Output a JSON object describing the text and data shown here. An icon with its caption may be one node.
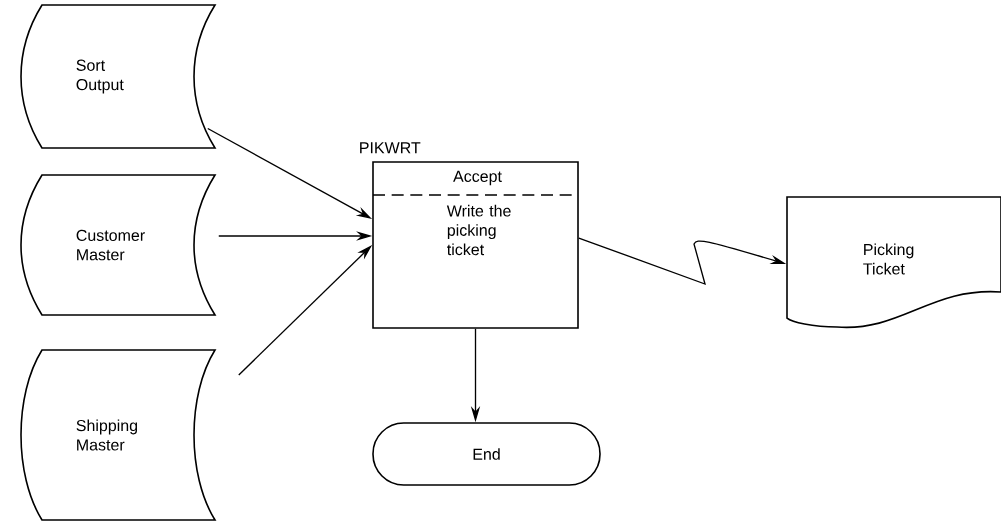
{
  "diagram": {
    "nodes": [
      {
        "text": [
          "Sort Output"
        ]
      },
      {
        "text": [
          "Customer Master"
        ]
      },
      {
        "text": [
          "Shipping Master"
        ]
      },
      {
        "text": [
          "PIKWRT",
          "Accept",
          "Write the picking ticket"
        ]
      },
      {
        "text": [
          "Picking Ticket"
        ]
      },
      {
        "text": [
          "End"
        ]
      }
    ],
    "edges": [
      {
        "from": 0,
        "to": 3,
        "arrow": "to"
      },
      {
        "from": 1,
        "to": 3,
        "arrow": "to"
      },
      {
        "from": 2,
        "to": 3,
        "arrow": "to"
      },
      {
        "from": 3,
        "to": 4,
        "arrow": "to"
      },
      {
        "from": 3,
        "to": 5,
        "arrow": "to"
      }
    ]
  }
}
